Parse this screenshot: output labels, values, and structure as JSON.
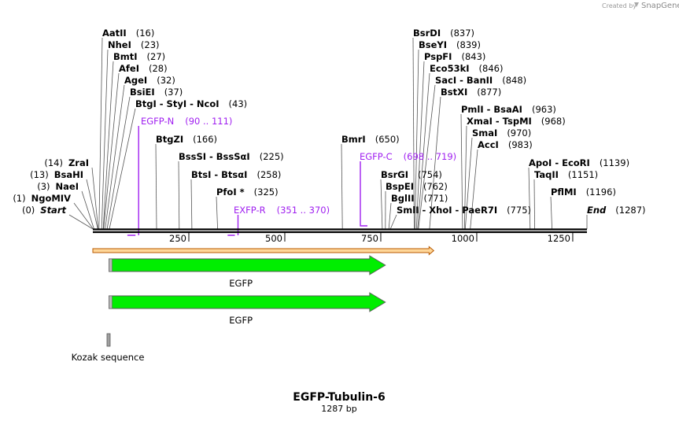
{
  "credit": {
    "prefix": "Created by",
    "brand": "SnapGene"
  },
  "title": "EGFP-Tubulin-6",
  "length_label": "1287 bp",
  "sequence_length": 1287,
  "ticks": [
    250,
    500,
    750,
    1000,
    1250
  ],
  "sites": [
    {
      "name": "AatII",
      "pos": 16,
      "pos_label": "(16)"
    },
    {
      "name": "NheI",
      "pos": 23,
      "pos_label": "(23)"
    },
    {
      "name": "BmtI",
      "pos": 27,
      "pos_label": "(27)"
    },
    {
      "name": "AfeI",
      "pos": 28,
      "pos_label": "(28)"
    },
    {
      "name": "AgeI",
      "pos": 32,
      "pos_label": "(32)"
    },
    {
      "name": "BsiEI",
      "pos": 37,
      "pos_label": "(37)"
    },
    {
      "name": "BtgI  -  StyI  -  NcoI",
      "pos": 43,
      "pos_label": "(43)"
    },
    {
      "name": "ZraI",
      "pos": 14,
      "pos_label": "(14)",
      "pos_first": true
    },
    {
      "name": "BsaHI",
      "pos": 13,
      "pos_label": "(13)",
      "pos_first": true
    },
    {
      "name": "NaeI",
      "pos": 3,
      "pos_label": "(3)",
      "pos_first": true
    },
    {
      "name": "NgoMIV",
      "pos": 1,
      "pos_label": "(1)",
      "pos_first": true
    },
    {
      "name": "Start",
      "pos": 0,
      "pos_label": "(0)",
      "pos_first": true,
      "italic": true
    },
    {
      "name": "BtgZI",
      "pos": 166,
      "pos_label": "(166)"
    },
    {
      "name": "BssSI  -  BssSαI",
      "pos": 225,
      "pos_label": "(225)"
    },
    {
      "name": "BtsI  -  BtsαI",
      "pos": 258,
      "pos_label": "(258)"
    },
    {
      "name": "PfoI *",
      "pos": 325,
      "pos_label": "(325)"
    },
    {
      "name": "BmrI",
      "pos": 650,
      "pos_label": "(650)"
    },
    {
      "name": "BsrDI",
      "pos": 837,
      "pos_label": "(837)"
    },
    {
      "name": "BseYI",
      "pos": 839,
      "pos_label": "(839)"
    },
    {
      "name": "PspFI",
      "pos": 843,
      "pos_label": "(843)"
    },
    {
      "name": "Eco53kI",
      "pos": 846,
      "pos_label": "(846)"
    },
    {
      "name": "SacI  -  BanII",
      "pos": 848,
      "pos_label": "(848)"
    },
    {
      "name": "BsrGI",
      "pos": 754,
      "pos_label": "(754)"
    },
    {
      "name": "BspEI",
      "pos": 762,
      "pos_label": "(762)"
    },
    {
      "name": "BglII",
      "pos": 771,
      "pos_label": "(771)"
    },
    {
      "name": "SmlI  -  XhoI  -  PaeR7I",
      "pos": 775,
      "pos_label": "(775)"
    },
    {
      "name": "BstXI",
      "pos": 877,
      "pos_label": "(877)"
    },
    {
      "name": "PmlI  -  BsaAI",
      "pos": 963,
      "pos_label": "(963)"
    },
    {
      "name": "XmaI  -  TspMI",
      "pos": 968,
      "pos_label": "(968)"
    },
    {
      "name": "SmaI",
      "pos": 970,
      "pos_label": "(970)"
    },
    {
      "name": "AccI",
      "pos": 983,
      "pos_label": "(983)"
    },
    {
      "name": "ApoI  -  EcoRI",
      "pos": 1139,
      "pos_label": "(1139)"
    },
    {
      "name": "TaqII",
      "pos": 1151,
      "pos_label": "(1151)"
    },
    {
      "name": "PflMI",
      "pos": 1196,
      "pos_label": "(1196)"
    },
    {
      "name": "End",
      "pos": 1287,
      "pos_label": "(1287)",
      "italic": true
    }
  ],
  "primers": [
    {
      "name": "EGFP-N",
      "range": [
        90,
        111
      ],
      "range_label": "(90 .. 111)"
    },
    {
      "name": "EGFP-C",
      "range": [
        698,
        719
      ],
      "range_label": "(698 .. 719)"
    },
    {
      "name": "EXFP-R",
      "range": [
        351,
        370
      ],
      "range_label": "(351 .. 370)"
    }
  ],
  "orf": {
    "start": 0,
    "end": 888
  },
  "features": [
    {
      "name": "EGFP",
      "start": 42,
      "end": 762,
      "color": "#00ee00"
    },
    {
      "name": "EGFP",
      "start": 42,
      "end": 762,
      "color": "#00ee00"
    },
    {
      "name": "Kozak sequence",
      "start": 36,
      "end": 46,
      "color": "#a0a0a0"
    }
  ],
  "colors": {
    "primer": "#a020f0",
    "orf_fill": "#ffd799",
    "orf_stroke": "#b85a00",
    "backbone": "#000000",
    "feature_outline": "#5a5a5a"
  }
}
